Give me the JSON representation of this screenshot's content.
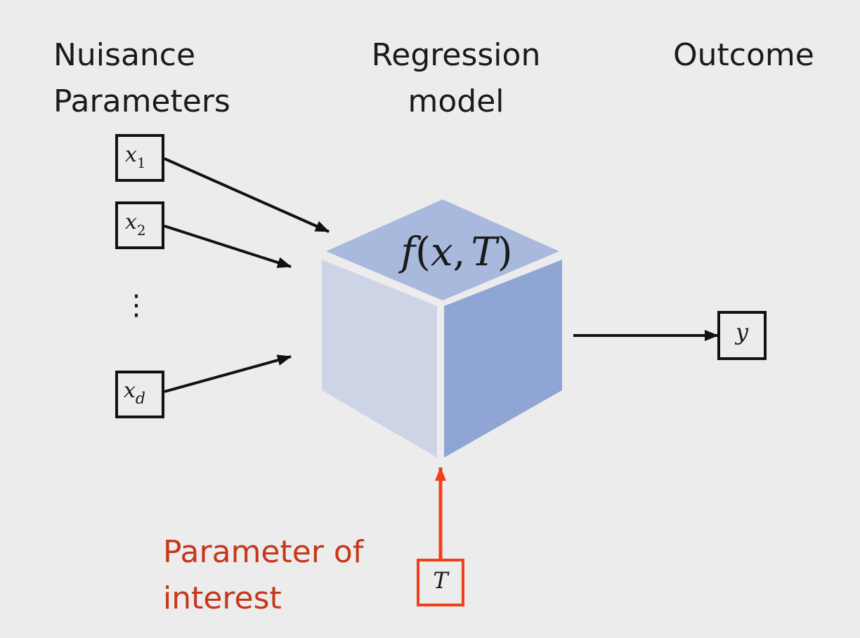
{
  "headings": {
    "nuisance": [
      "Nuisance",
      "Parameters"
    ],
    "regression": [
      "Regression",
      "model"
    ],
    "outcome": "Outcome",
    "interest": [
      "Parameter of",
      "interest"
    ]
  },
  "model": {
    "f": "f",
    "open_paren": "(",
    "x": "x",
    "comma": ",",
    "T": "T",
    "close_paren": ")"
  },
  "inputs": {
    "x1": {
      "var": "x",
      "sub": "1"
    },
    "x2": {
      "var": "x",
      "sub": "2"
    },
    "xd": {
      "var": "x",
      "sub": "d"
    },
    "ellipsis": "⋮"
  },
  "output": {
    "var": "y"
  },
  "treatment": {
    "var": "T"
  },
  "colors": {
    "background": "#ececec",
    "text": "#1a1a1a",
    "interest": "#c8361a",
    "arrow_red": "#f0401a",
    "cube_top": "#a8b9dd",
    "cube_left": "#cdd4e6",
    "cube_right": "#8fa6d4",
    "cube_edge": "#f2f4f8"
  }
}
